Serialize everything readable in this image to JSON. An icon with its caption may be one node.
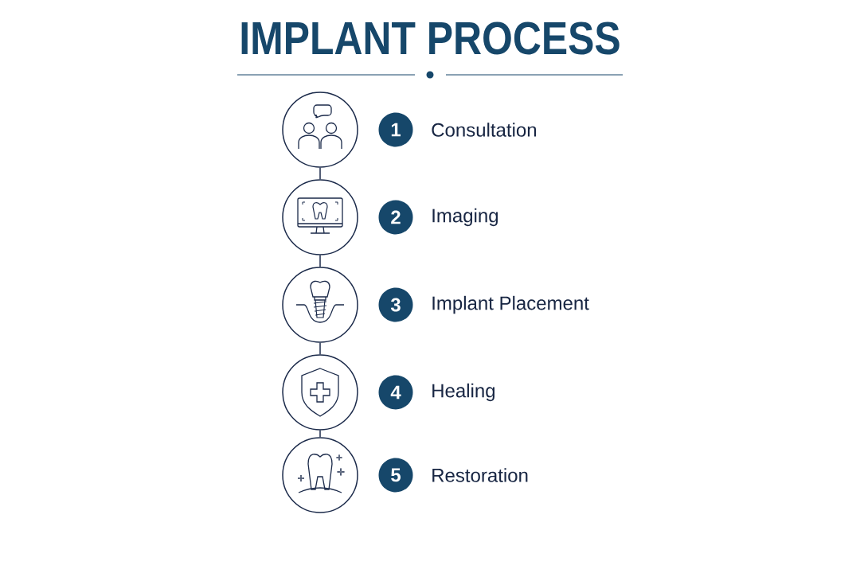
{
  "diagram": {
    "title": "IMPLANT PROCESS",
    "nodes": [
      {
        "text": [],
        "shape": "circle"
      },
      {
        "text": [
          "1"
        ],
        "beside": [
          "Consultation"
        ]
      },
      {
        "text": [],
        "shape": "circle"
      },
      {
        "text": [
          "2"
        ],
        "beside": [
          "Imaging"
        ]
      },
      {
        "text": [],
        "shape": "circle"
      },
      {
        "text": [
          "3"
        ],
        "beside": [
          "Implant Placement"
        ]
      },
      {
        "text": [],
        "shape": "circle"
      },
      {
        "text": [
          "4"
        ],
        "beside": [
          "Healing"
        ]
      },
      {
        "text": [],
        "shape": "circle"
      },
      {
        "text": [
          "5"
        ],
        "beside": [
          "Restoration"
        ]
      }
    ],
    "edges": [
      {
        "from": 0,
        "to": 2,
        "arrow": "none"
      },
      {
        "from": 2,
        "to": 4,
        "arrow": "none"
      },
      {
        "from": 4,
        "to": 6,
        "arrow": "none"
      },
      {
        "from": 6,
        "to": 8,
        "arrow": "none"
      }
    ]
  }
}
